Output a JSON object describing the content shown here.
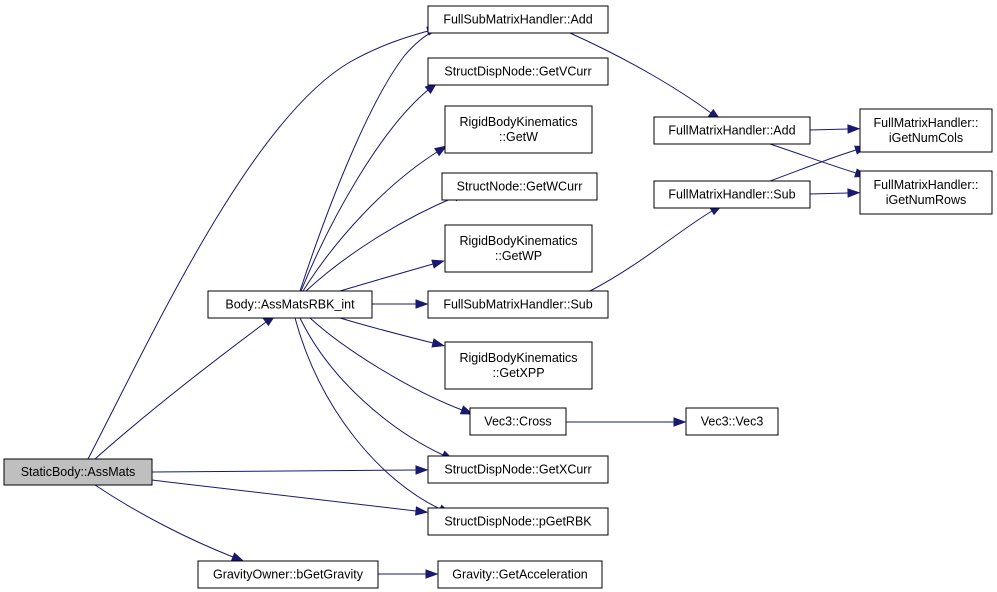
{
  "graph": {
    "colors": {
      "edge": "#191970",
      "node_border": "#000000",
      "root_fill": "#bfbfbf",
      "node_fill": "#ffffff"
    },
    "nodes": {
      "static_body": {
        "label": [
          "StaticBody::AssMats"
        ]
      },
      "body_assmats": {
        "label": [
          "Body::AssMatsRBK_int"
        ]
      },
      "gravity_owner": {
        "label": [
          "GravityOwner::bGetGravity"
        ]
      },
      "gravity_accel": {
        "label": [
          "Gravity::GetAcceleration"
        ]
      },
      "fsmh_add": {
        "label": [
          "FullSubMatrixHandler::Add"
        ]
      },
      "sdn_getvcurr": {
        "label": [
          "StructDispNode::GetVCurr"
        ]
      },
      "rbk_getw": {
        "label": [
          "RigidBodyKinematics",
          "::GetW"
        ]
      },
      "sn_getwcurr": {
        "label": [
          "StructNode::GetWCurr"
        ]
      },
      "rbk_getwp": {
        "label": [
          "RigidBodyKinematics",
          "::GetWP"
        ]
      },
      "fsmh_sub": {
        "label": [
          "FullSubMatrixHandler::Sub"
        ]
      },
      "rbk_getxpp": {
        "label": [
          "RigidBodyKinematics",
          "::GetXPP"
        ]
      },
      "vec3_cross": {
        "label": [
          "Vec3::Cross"
        ]
      },
      "sdn_getxcurr": {
        "label": [
          "StructDispNode::GetXCurr"
        ]
      },
      "sdn_pgetrbk": {
        "label": [
          "StructDispNode::pGetRBK"
        ]
      },
      "fmh_add": {
        "label": [
          "FullMatrixHandler::Add"
        ]
      },
      "fmh_sub": {
        "label": [
          "FullMatrixHandler::Sub"
        ]
      },
      "vec3_vec3": {
        "label": [
          "Vec3::Vec3"
        ]
      },
      "fmh_getcols": {
        "label": [
          "FullMatrixHandler::",
          "iGetNumCols"
        ]
      },
      "fmh_getrows": {
        "label": [
          "FullMatrixHandler::",
          "iGetNumRows"
        ]
      }
    },
    "edges": [
      [
        "static_body",
        "fsmh_add"
      ],
      [
        "static_body",
        "body_assmats"
      ],
      [
        "static_body",
        "sdn_getxcurr"
      ],
      [
        "static_body",
        "sdn_pgetrbk"
      ],
      [
        "static_body",
        "gravity_owner"
      ],
      [
        "body_assmats",
        "fsmh_add"
      ],
      [
        "body_assmats",
        "sdn_getvcurr"
      ],
      [
        "body_assmats",
        "rbk_getw"
      ],
      [
        "body_assmats",
        "sn_getwcurr"
      ],
      [
        "body_assmats",
        "rbk_getwp"
      ],
      [
        "body_assmats",
        "fsmh_sub"
      ],
      [
        "body_assmats",
        "rbk_getxpp"
      ],
      [
        "body_assmats",
        "vec3_cross"
      ],
      [
        "body_assmats",
        "sdn_getxcurr"
      ],
      [
        "body_assmats",
        "sdn_pgetrbk"
      ],
      [
        "gravity_owner",
        "gravity_accel"
      ],
      [
        "fsmh_add",
        "fmh_add"
      ],
      [
        "fsmh_sub",
        "fmh_sub"
      ],
      [
        "vec3_cross",
        "vec3_vec3"
      ],
      [
        "fmh_add",
        "fmh_getcols"
      ],
      [
        "fmh_add",
        "fmh_getrows"
      ],
      [
        "fmh_sub",
        "fmh_getcols"
      ],
      [
        "fmh_sub",
        "fmh_getrows"
      ]
    ]
  }
}
